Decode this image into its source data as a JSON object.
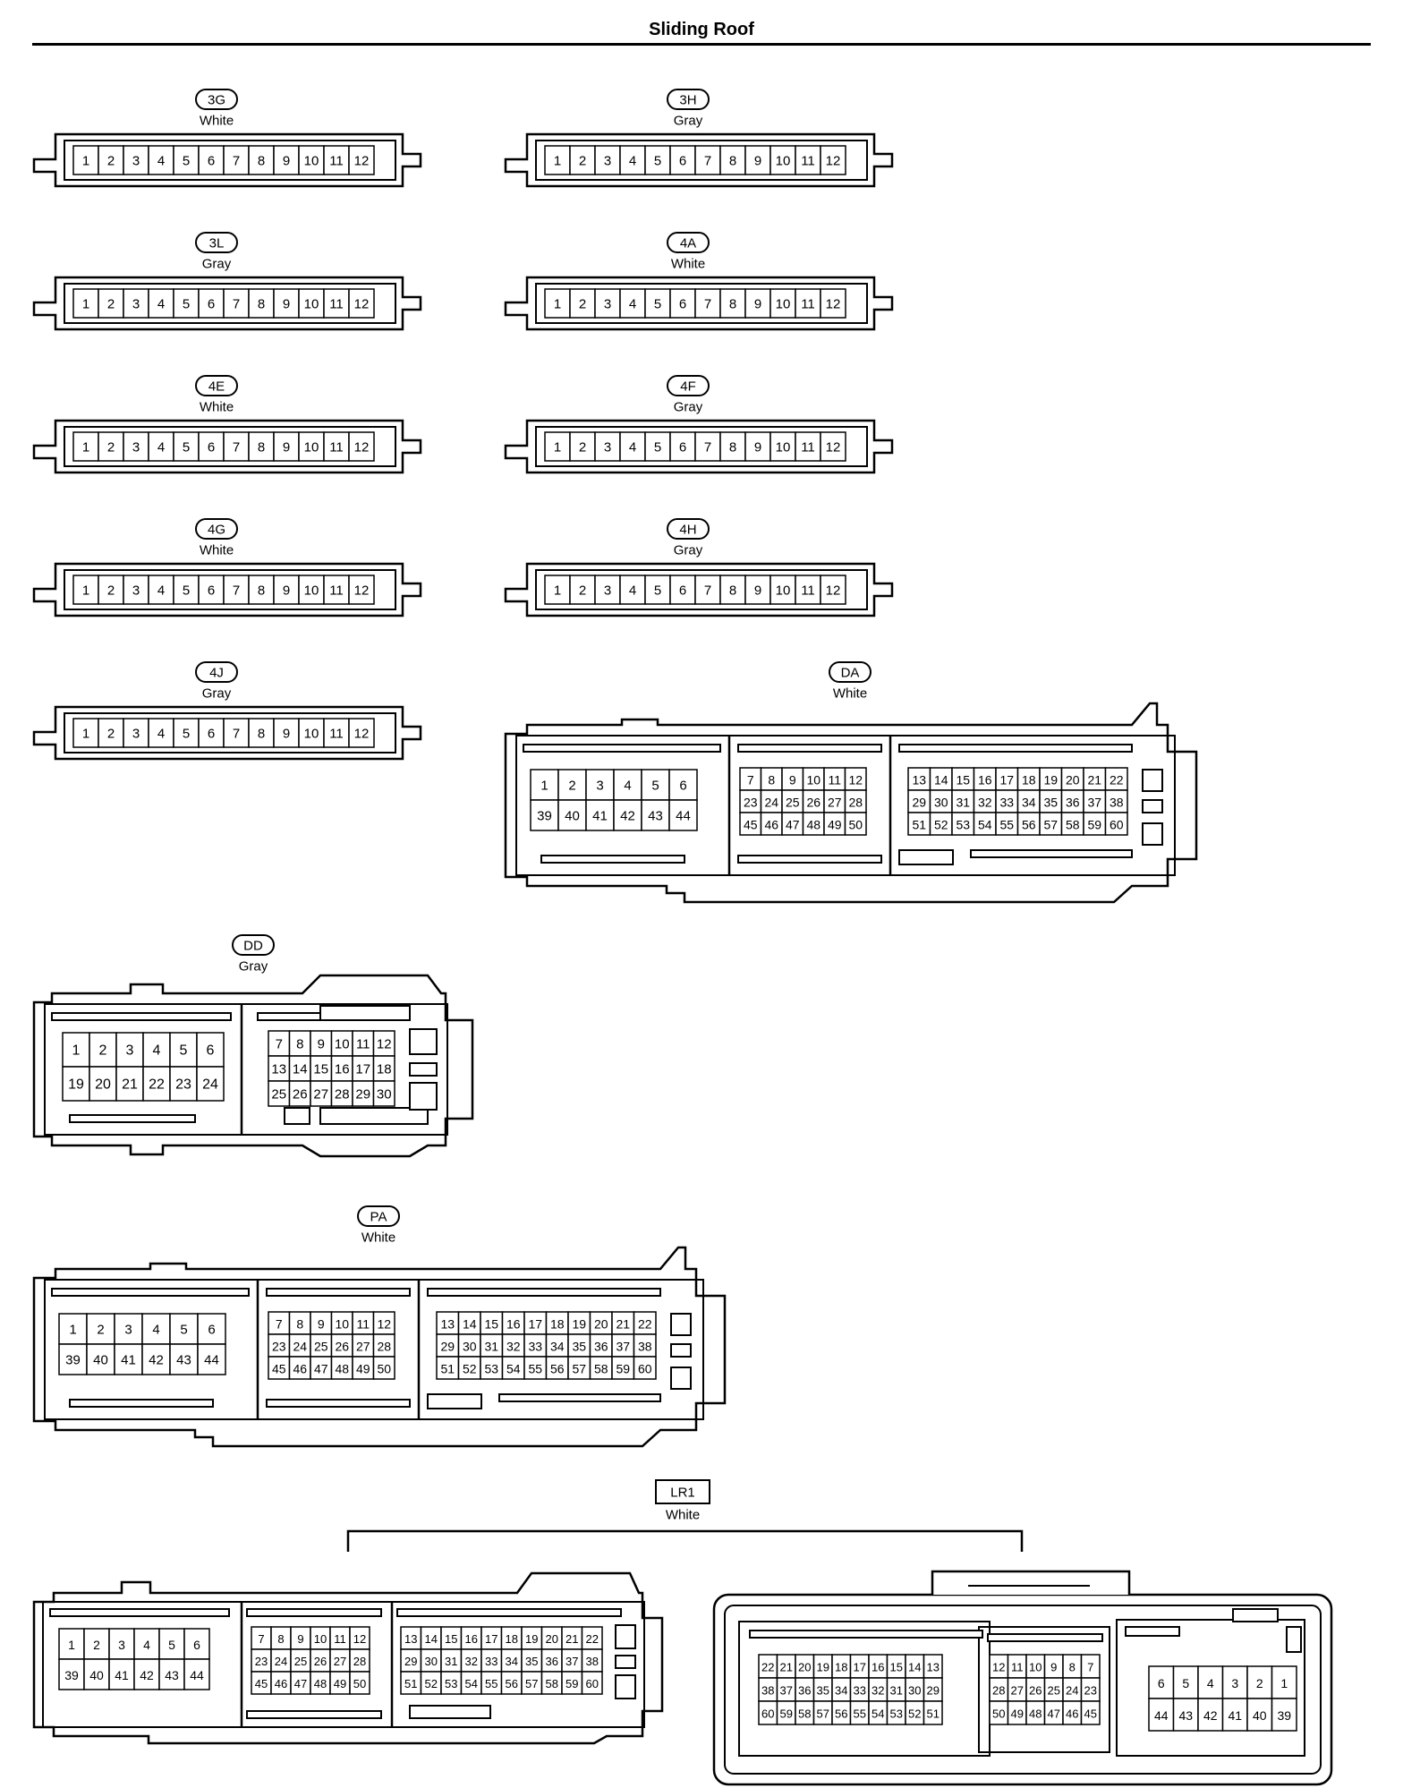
{
  "page": {
    "title": "Sliding Roof"
  },
  "connectors": [
    {
      "id": "3G",
      "color": "White",
      "type": "strip12"
    },
    {
      "id": "3H",
      "color": "Gray",
      "type": "strip12"
    },
    {
      "id": "3L",
      "color": "Gray",
      "type": "strip12"
    },
    {
      "id": "4A",
      "color": "White",
      "type": "strip12"
    },
    {
      "id": "4E",
      "color": "White",
      "type": "strip12"
    },
    {
      "id": "4F",
      "color": "Gray",
      "type": "strip12"
    },
    {
      "id": "4G",
      "color": "White",
      "type": "strip12"
    },
    {
      "id": "4H",
      "color": "Gray",
      "type": "strip12"
    },
    {
      "id": "4J",
      "color": "Gray",
      "type": "strip12"
    },
    {
      "id": "DA",
      "color": "White",
      "type": "ecu60"
    },
    {
      "id": "DD",
      "color": "Gray",
      "type": "ecu30"
    },
    {
      "id": "PA",
      "color": "White",
      "type": "ecu60"
    },
    {
      "id": "LR1",
      "color": "White",
      "type": "ecu60-pair",
      "label_shape": "box"
    }
  ],
  "pin_layouts": {
    "strip12": [
      [
        "1",
        "2",
        "3",
        "4",
        "5",
        "6",
        "7",
        "8",
        "9",
        "10",
        "11",
        "12"
      ]
    ],
    "ecu60_block1": [
      [
        "1",
        "2",
        "3",
        "4",
        "5",
        "6"
      ],
      [
        "39",
        "40",
        "41",
        "42",
        "43",
        "44"
      ]
    ],
    "ecu60_block2": [
      [
        "7",
        "8",
        "9",
        "10",
        "11",
        "12"
      ],
      [
        "23",
        "24",
        "25",
        "26",
        "27",
        "28"
      ],
      [
        "45",
        "46",
        "47",
        "48",
        "49",
        "50"
      ]
    ],
    "ecu60_block3": [
      [
        "13",
        "14",
        "15",
        "16",
        "17",
        "18",
        "19",
        "20",
        "21",
        "22"
      ],
      [
        "29",
        "30",
        "31",
        "32",
        "33",
        "34",
        "35",
        "36",
        "37",
        "38"
      ],
      [
        "51",
        "52",
        "53",
        "54",
        "55",
        "56",
        "57",
        "58",
        "59",
        "60"
      ]
    ],
    "ecu30_block1": [
      [
        "1",
        "2",
        "3",
        "4",
        "5",
        "6"
      ],
      [
        "19",
        "20",
        "21",
        "22",
        "23",
        "24"
      ]
    ],
    "ecu30_block2": [
      [
        "7",
        "8",
        "9",
        "10",
        "11",
        "12"
      ],
      [
        "13",
        "14",
        "15",
        "16",
        "17",
        "18"
      ],
      [
        "25",
        "26",
        "27",
        "28",
        "29",
        "30"
      ]
    ],
    "mirror_block1": [
      [
        "22",
        "21",
        "20",
        "19",
        "18",
        "17",
        "16",
        "15",
        "14",
        "13"
      ],
      [
        "38",
        "37",
        "36",
        "35",
        "34",
        "33",
        "32",
        "31",
        "30",
        "29"
      ],
      [
        "60",
        "59",
        "58",
        "57",
        "56",
        "55",
        "54",
        "53",
        "52",
        "51"
      ]
    ],
    "mirror_block2": [
      [
        "12",
        "11",
        "10",
        "9",
        "8",
        "7"
      ],
      [
        "28",
        "27",
        "26",
        "25",
        "24",
        "23"
      ],
      [
        "50",
        "49",
        "48",
        "47",
        "46",
        "45"
      ]
    ],
    "mirror_block3": [
      [
        "6",
        "5",
        "4",
        "3",
        "2",
        "1"
      ],
      [
        "44",
        "43",
        "42",
        "41",
        "40",
        "39"
      ]
    ]
  }
}
